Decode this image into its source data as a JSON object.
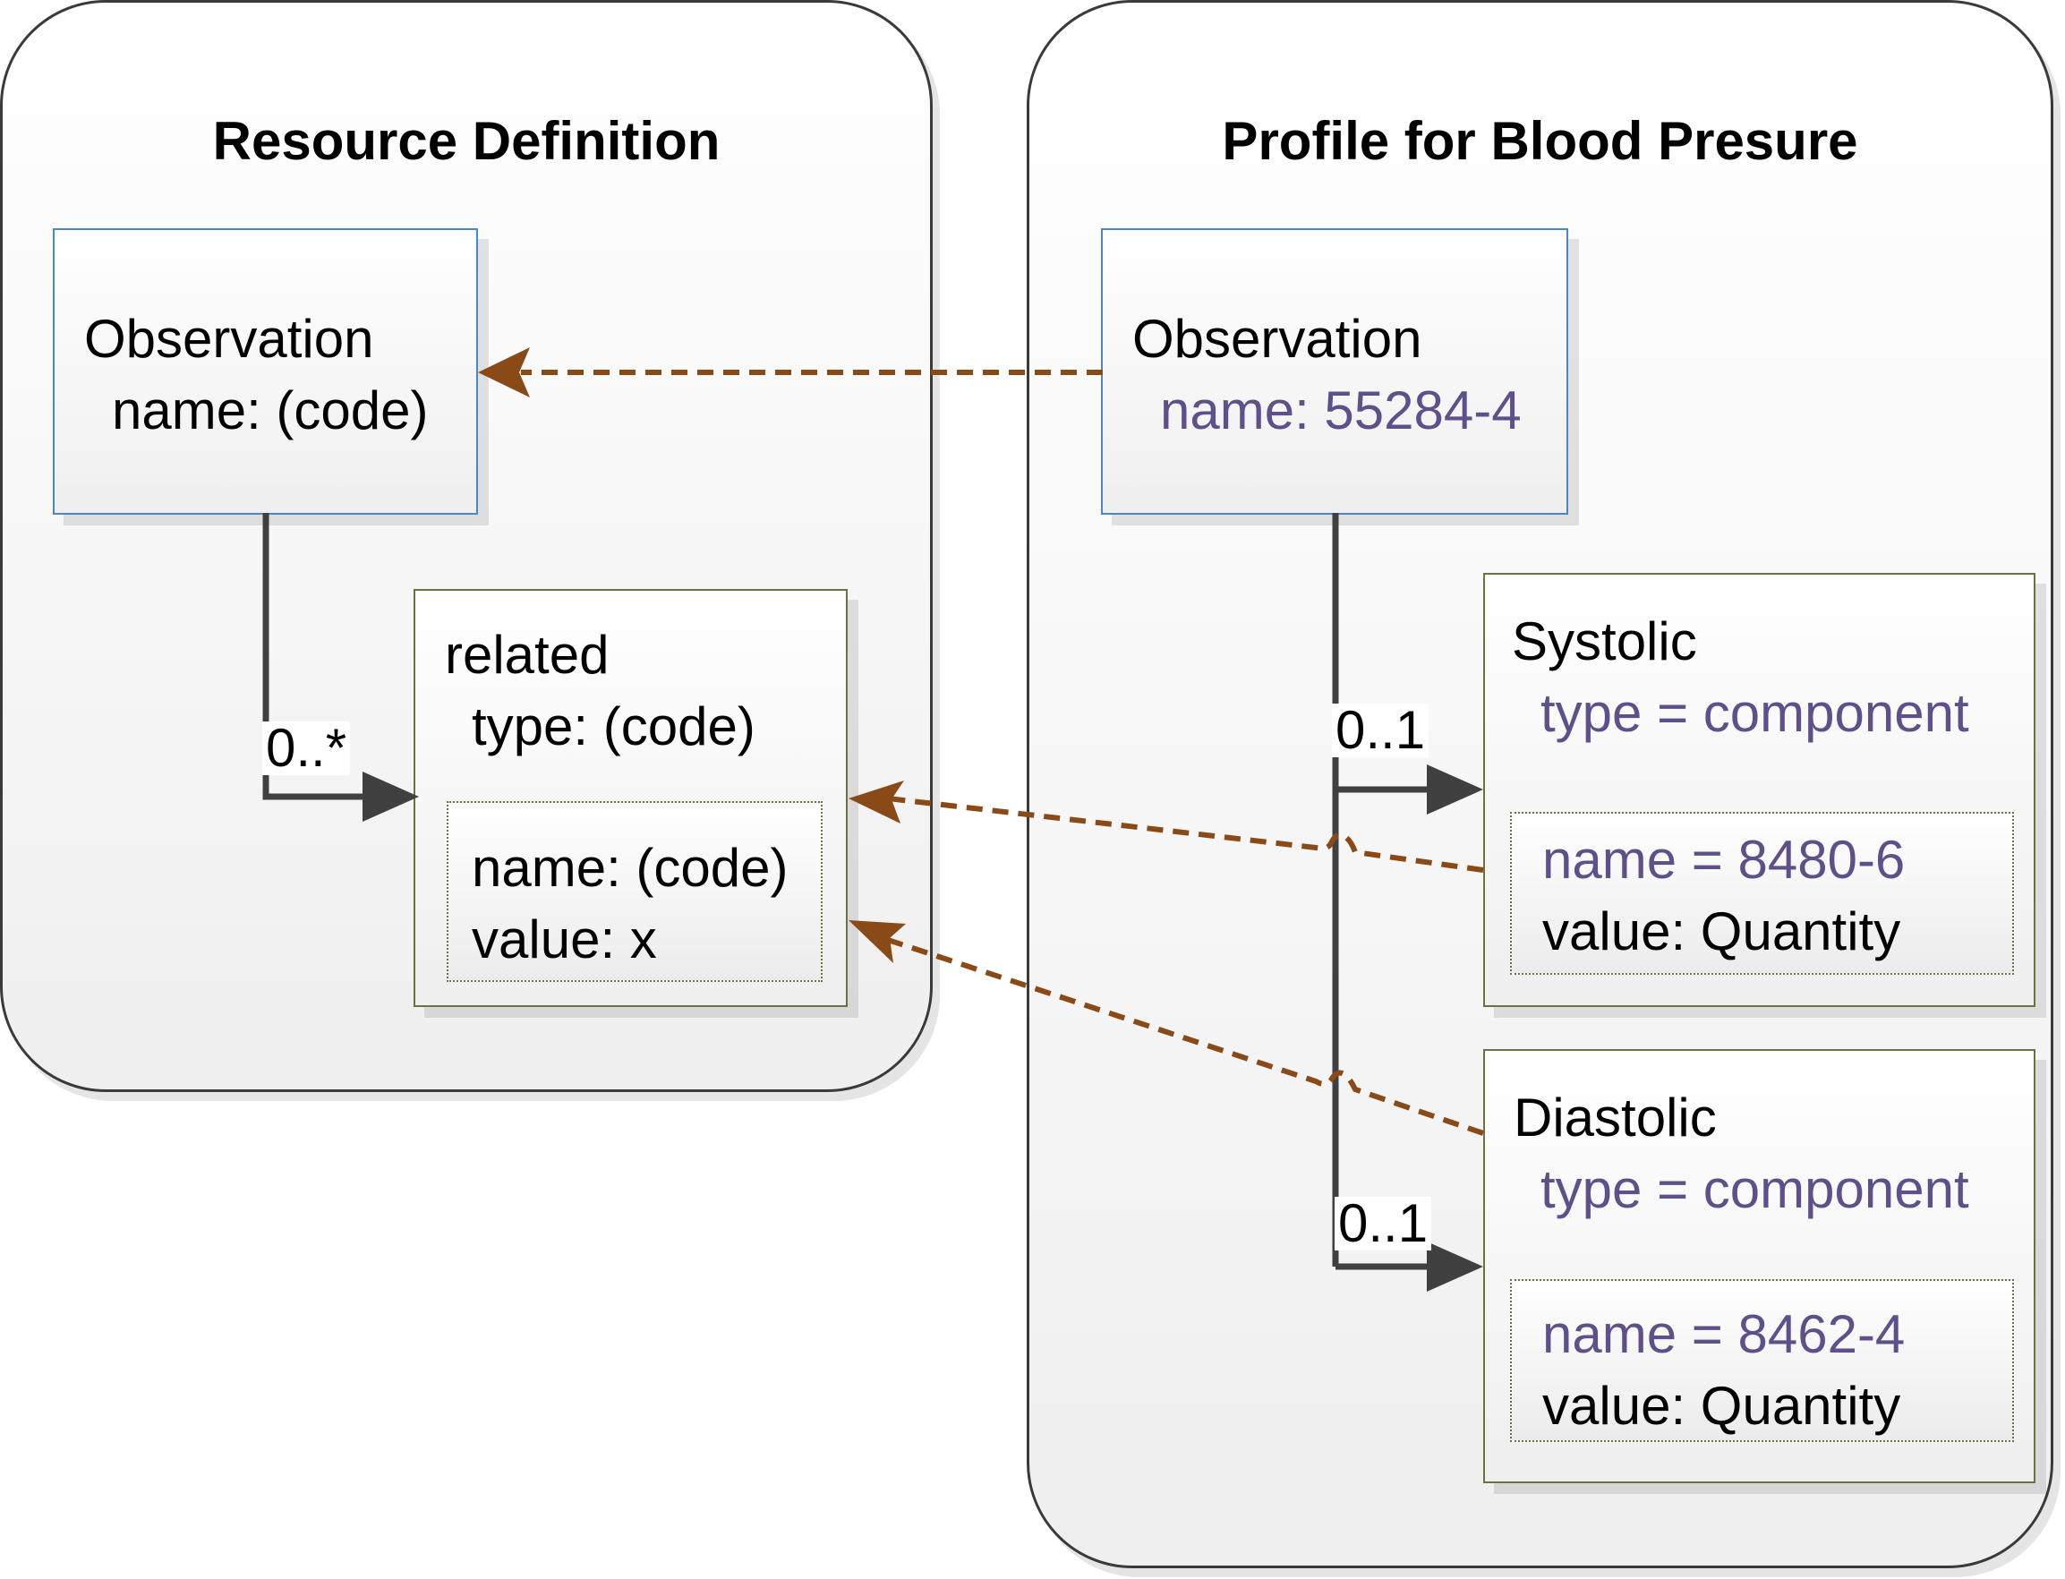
{
  "panels": {
    "resource_definition": {
      "title": "Resource Definition"
    },
    "profile": {
      "title": "Profile for Blood Presure"
    }
  },
  "resource": {
    "observation": {
      "title": "Observation",
      "name": "name: (code)"
    },
    "related": {
      "title": "related",
      "type": "type: (code)",
      "name": "name: (code)",
      "value": "value: x"
    },
    "multiplicity": "0..*"
  },
  "profile": {
    "observation": {
      "title": "Observation",
      "name": "name: 55284-4"
    },
    "systolic": {
      "title": "Systolic",
      "type": "type = component",
      "name": "name = 8480-6",
      "value": "value: Quantity",
      "multiplicity": "0..1"
    },
    "diastolic": {
      "title": "Diastolic",
      "type": "type = component",
      "name": "name = 8462-4",
      "value": "value: Quantity",
      "multiplicity": "0..1"
    }
  },
  "colors": {
    "profile_value_text": "#5f4f8a",
    "constraint_arrow": "#8a4a17",
    "association_line": "#404040",
    "box_border_blue": "#4a86c8",
    "box_border_olive": "#6b7140"
  }
}
